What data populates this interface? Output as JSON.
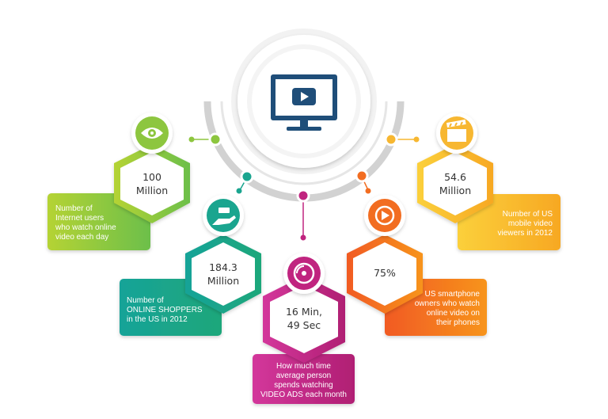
{
  "colors": {
    "green": "#8dc63f",
    "teal": "#1aa58f",
    "magenta": "#c0247f",
    "orange": "#f26d21",
    "yellow": "#f7b731",
    "navy": "#1f4e79",
    "ring": "#cfcfcf"
  },
  "center": {
    "icon": "monitor-play-icon"
  },
  "stats": [
    {
      "id": "internet-users",
      "icon": "eye-icon",
      "value_lines": [
        "100",
        "Million"
      ],
      "desc_lines": [
        "Number of",
        "Internet users",
        "who watch online",
        "video each day"
      ]
    },
    {
      "id": "online-shoppers",
      "icon": "hand-money-icon",
      "value_lines": [
        "184.3",
        "Million"
      ],
      "desc_lines": [
        "Number of",
        "ONLINE SHOPPERS",
        "in the US in 2012"
      ]
    },
    {
      "id": "video-ads-time",
      "icon": "disc-icon",
      "value_lines": [
        "16 Min,",
        "49 Sec"
      ],
      "desc_lines": [
        "How much time",
        "average person",
        "spends watching",
        "VIDEO ADS each month"
      ]
    },
    {
      "id": "smartphone-owners",
      "icon": "play-circle-icon",
      "value_lines": [
        "75%"
      ],
      "desc_lines": [
        "US smartphone",
        "owners who watch",
        "online video on",
        "their phones"
      ]
    },
    {
      "id": "mobile-viewers",
      "icon": "clapperboard-icon",
      "value_lines": [
        "54.6",
        "Million"
      ],
      "desc_lines": [
        "Number of US",
        "mobile video",
        "viewers in 2012"
      ]
    }
  ]
}
